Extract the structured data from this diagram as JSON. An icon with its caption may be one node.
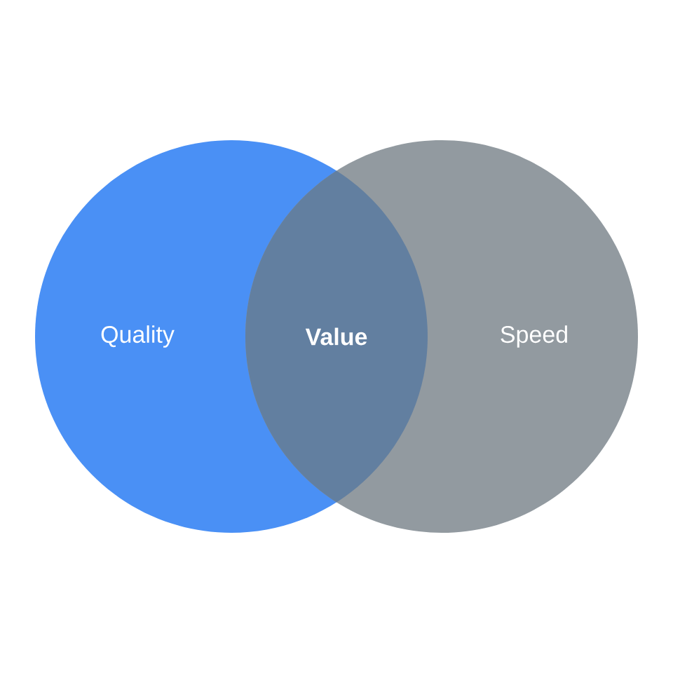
{
  "diagram": {
    "nodes": [
      {
        "text": [
          "Quality"
        ]
      },
      {
        "text": [
          "Speed"
        ]
      },
      {
        "text": [
          "Value"
        ]
      }
    ]
  }
}
